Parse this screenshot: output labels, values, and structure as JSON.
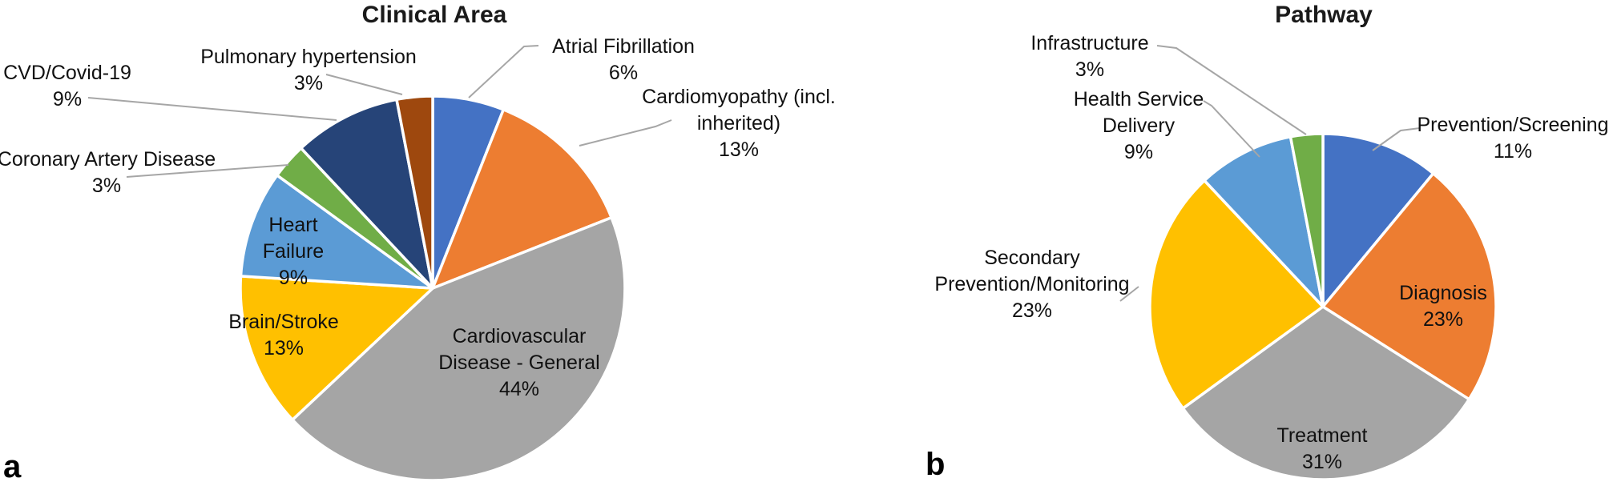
{
  "figure": {
    "panel_a_letter": "a",
    "panel_b_letter": "b"
  },
  "chart_data": [
    {
      "type": "pie",
      "title": "Clinical Area",
      "unit": "%",
      "start_angle_deg": 0,
      "direction": "clockwise",
      "categories": [
        "Atrial Fibrillation",
        "Cardiomyopathy (incl. inherited)",
        "Cardiovascular Disease - General",
        "Brain/Stroke",
        "Heart Failure",
        "Coronary Artery Disease",
        "CVD/Covid-19",
        "Pulmonary hypertension"
      ],
      "values": [
        6,
        13,
        44,
        13,
        9,
        3,
        9,
        3
      ],
      "colors": [
        "#4472C4",
        "#ED7D31",
        "#A5A5A5",
        "#FFC000",
        "#5B9BD5",
        "#70AD47",
        "#264478",
        "#9E480E"
      ],
      "label_lines": [
        [
          "Atrial Fibrillation",
          "6%"
        ],
        [
          "Cardiomyopathy (incl.",
          "inherited)",
          "13%"
        ],
        [
          "Cardiovascular",
          "Disease - General",
          "44%"
        ],
        [
          "Brain/Stroke",
          "13%"
        ],
        [
          "Heart",
          "Failure",
          "9%"
        ],
        [
          "Coronary Artery Disease",
          "3%"
        ],
        [
          "CVD/Covid-19",
          "9%"
        ],
        [
          "Pulmonary hypertension",
          "3%"
        ]
      ],
      "label_placement": [
        "outside",
        "outside",
        "inside",
        "inside",
        "inside",
        "outside",
        "outside",
        "outside"
      ]
    },
    {
      "type": "pie",
      "title": "Pathway",
      "unit": "%",
      "start_angle_deg": 0,
      "direction": "clockwise",
      "categories": [
        "Prevention/Screening",
        "Diagnosis",
        "Treatment",
        "Secondary Prevention/Monitoring",
        "Health Service Delivery",
        "Infrastructure"
      ],
      "values": [
        11,
        23,
        31,
        23,
        9,
        3
      ],
      "colors": [
        "#4472C4",
        "#ED7D31",
        "#A5A5A5",
        "#FFC000",
        "#5B9BD5",
        "#70AD47"
      ],
      "label_lines": [
        [
          "Prevention/Screening",
          "11%"
        ],
        [
          "Diagnosis",
          "23%"
        ],
        [
          "Treatment",
          "31%"
        ],
        [
          "Secondary",
          "Prevention/Monitoring",
          "23%"
        ],
        [
          "Health Service",
          "Delivery",
          "9%"
        ],
        [
          "Infrastructure",
          "3%"
        ]
      ],
      "label_placement": [
        "outside",
        "inside",
        "inside",
        "outside",
        "outside",
        "outside"
      ]
    }
  ],
  "style": {
    "slice_border_color": "#ffffff",
    "leader_line_color": "#a6a6a6",
    "text_color": "#111111",
    "background": "#ffffff"
  }
}
